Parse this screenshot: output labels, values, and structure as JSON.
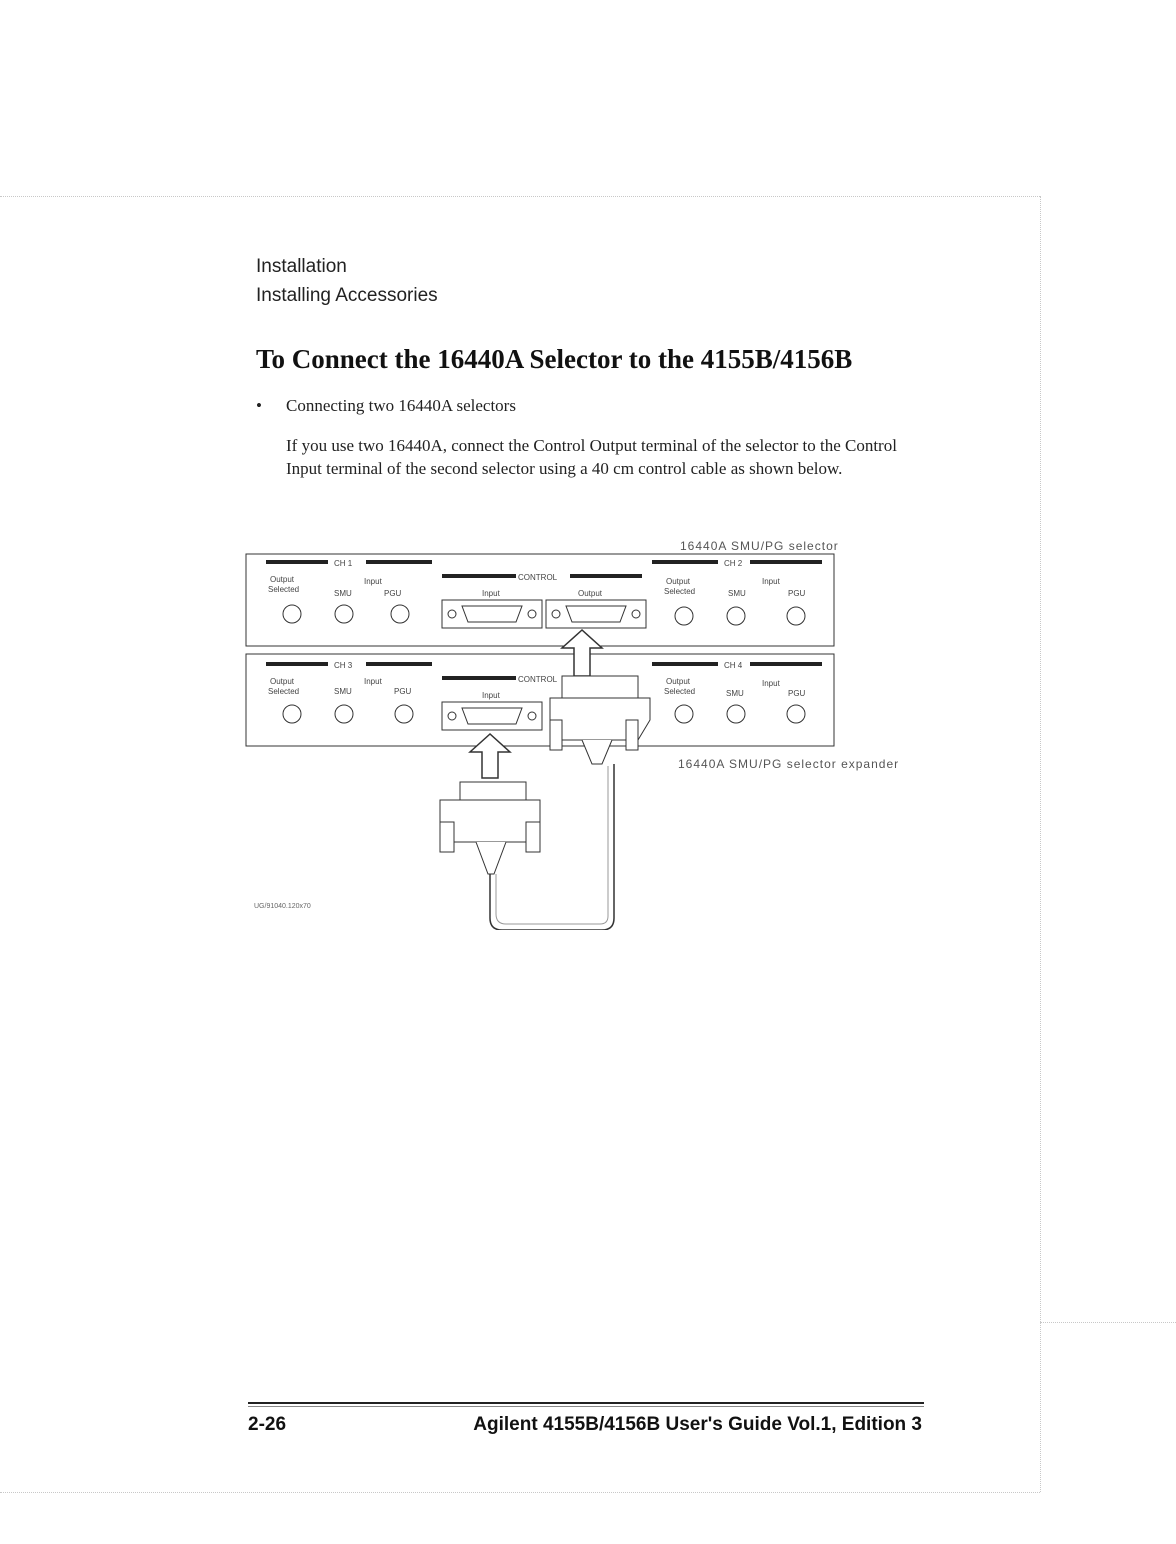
{
  "header": {
    "section": "Installation",
    "subsection": "Installing Accessories"
  },
  "title": "To Connect the 16440A Selector to the 4155B/4156B",
  "bullet": {
    "symbol": "•",
    "text": "Connecting two 16440A selectors"
  },
  "paragraph": "If you use two 16440A, connect the Control Output terminal of the selector to the Control Input terminal of the second selector using a 40 cm control cable as shown below.",
  "figure": {
    "label_selector": "16440A SMU/PG selector",
    "label_expander": "16440A SMU/PG selector expander",
    "figure_id": "UG/91040.120x70",
    "terms": {
      "ch1": "CH 1",
      "ch2": "CH 2",
      "ch3": "CH 3",
      "ch4": "CH 4",
      "control": "CONTROL",
      "output": "Output",
      "selected": "Selected",
      "input": "Input",
      "smu": "SMU",
      "pgu": "PGU"
    }
  },
  "footer": {
    "page": "2-26",
    "title": "Agilent 4155B/4156B User's Guide Vol.1, Edition 3"
  }
}
